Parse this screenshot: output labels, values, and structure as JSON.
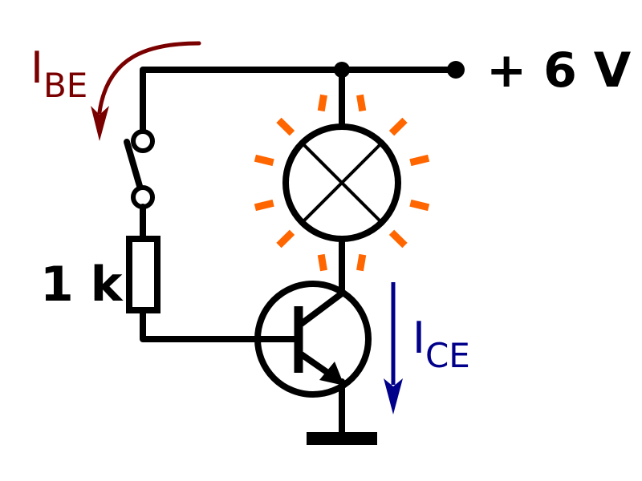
{
  "labels": {
    "supply": "+ 6 V",
    "resistor": "1 k",
    "base_current_symbol": "I",
    "base_current_sub": "BE",
    "collector_current_symbol": "I",
    "collector_current_sub": "CE"
  },
  "colors": {
    "wire": "#000000",
    "base_current": "#7a0000",
    "collector_current": "#00008b",
    "lamp_glow": "#ff6600"
  },
  "components": [
    "supply-terminal",
    "switch",
    "resistor",
    "lamp",
    "npn-transistor",
    "ground"
  ]
}
